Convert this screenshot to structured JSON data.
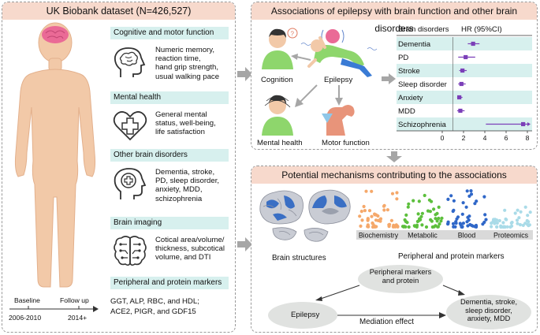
{
  "left_panel": {
    "title": "UK Biobank dataset (N=426,527)",
    "sections": [
      {
        "header": "Cognitive and motor function",
        "lines": [
          "Numeric memory,",
          "reaction time,",
          "hand grip strength,",
          "usual walking pace"
        ],
        "icon": "brain-head-icon"
      },
      {
        "header": "Mental health",
        "lines": [
          "General mental",
          "status, well-being,",
          "life satisfaction"
        ],
        "icon": "heart-cross-icon"
      },
      {
        "header": "Other brain disorders",
        "lines": [
          "Dementia, stroke,",
          "PD, sleep disorder,",
          "anxiety, MDD,",
          "schizophrenia"
        ],
        "icon": "head-cross-icon"
      },
      {
        "header": "Brain imaging",
        "lines": [
          "Cotical area/volume/",
          "thickness, subcotical",
          "volume, and DTI"
        ],
        "icon": "brain-circuit-icon"
      },
      {
        "header": "Peripheral and protein markers",
        "lines": [
          "GGT, ALP, RBC, and HDL;",
          "ACE2, PIGR, and GDF15"
        ],
        "icon": ""
      }
    ],
    "timeline": {
      "baseline_label": "Baseline",
      "baseline_years": "2006-2010",
      "followup_label": "Follow up",
      "followup_years": "2014+"
    }
  },
  "top_panel": {
    "title": "Associations of epilepsy with brain function and other brain disorders",
    "nodes": {
      "cognition": "Cognition",
      "epilepsy": "Epilepsy",
      "mental_health": "Mental health",
      "motor_function": "Motor function"
    }
  },
  "chart_data": {
    "type": "forest",
    "header_left": "Brain disorders",
    "header_right": "HR (95%CI)",
    "categories": [
      "Dementia",
      "PD",
      "Stroke",
      "Sleep disorder",
      "Anxiety",
      "MDD",
      "Schizophrenia"
    ],
    "hr": [
      2.9,
      2.2,
      1.9,
      1.8,
      1.6,
      1.7,
      7.6
    ],
    "ci_low": [
      2.4,
      1.5,
      1.6,
      1.5,
      1.4,
      1.4,
      4.1
    ],
    "ci_high": [
      3.5,
      3.1,
      2.3,
      2.2,
      1.9,
      2.1,
      8.0
    ],
    "xticks": [
      0,
      2,
      4,
      6,
      8
    ],
    "xlim": [
      0,
      8
    ],
    "reference_line": 1,
    "colors": {
      "marker": "#7b3fb8",
      "row_alt": "#d7f0ee"
    }
  },
  "bottom_panel": {
    "title": "Potential mechanisms contributing to the associations",
    "brain_label": "Brain structures",
    "scatter_groups": [
      "Biochemistry",
      "Metabolic",
      "Blood",
      "Proteomics"
    ],
    "scatter_colors": [
      "#f5a86a",
      "#5cbf3c",
      "#2f67c8",
      "#a9dbe8"
    ],
    "scatter_caption": "Peripheral and protein markers",
    "mediation": {
      "top": "Peripheral markers\nand protein",
      "left": "Epilepsy",
      "right": "Dementia, stroke,\nsleep disorder,\nanxiety, MDD",
      "label": "Mediation effect"
    }
  },
  "colors": {
    "title_bg": "#f7d9cc",
    "section_bg": "#d7f0ee",
    "arrow": "#a6a6a6",
    "body": "#f2c9a8",
    "brain": "#ea6a96"
  }
}
